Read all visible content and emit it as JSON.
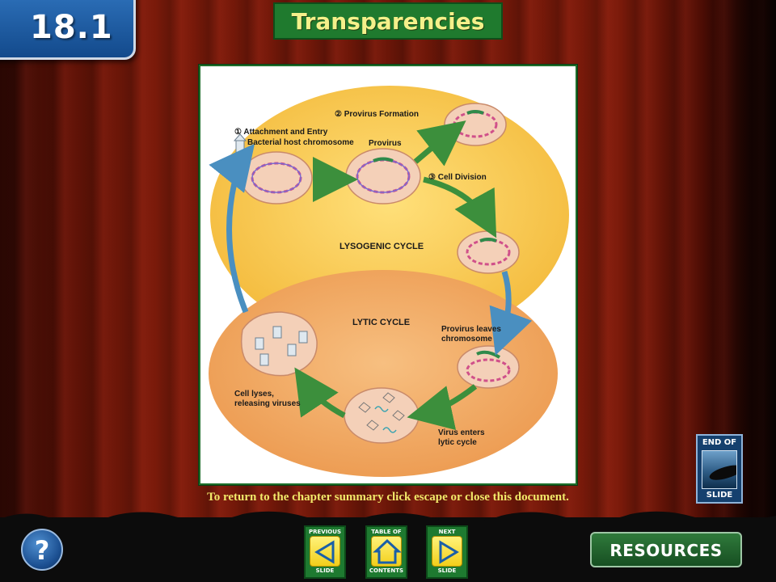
{
  "header": {
    "section_number": "18.1",
    "title": "Transparencies"
  },
  "figure": {
    "cycle_labels": {
      "lysogenic": "LYSOGENIC CYCLE",
      "lytic": "LYTIC CYCLE"
    },
    "step_labels": {
      "attachment": "① Attachment and Entry",
      "host_chromosome": "Bacterial host chromosome",
      "provirus_formation": "② Provirus Formation",
      "provirus": "Provirus",
      "cell_division": "③ Cell Division",
      "provirus_leaves_1": "Provirus leaves",
      "provirus_leaves_2": "chromosome",
      "virus_enters_1": "Virus enters",
      "virus_enters_2": "lytic cycle",
      "cell_lyses_1": "Cell lyses,",
      "cell_lyses_2": "releasing viruses"
    },
    "colors": {
      "lysogenic_bg": "#f5c542",
      "lytic_bg": "#f0a060",
      "cell_fill": "#f4d0b8",
      "chromosome": "#d0508a",
      "provirus": "#2f8a4a",
      "arrow_green": "#3c8f3c",
      "arrow_blue": "#5aa0d0"
    }
  },
  "caption": "To return to the chapter summary click escape or close this document.",
  "end_of_slide": {
    "top": "END OF",
    "bottom": "SLIDE"
  },
  "nav": {
    "help_label": "?",
    "previous": {
      "top": "PREVIOUS",
      "bottom": "SLIDE"
    },
    "contents": {
      "top": "TABLE OF",
      "bottom": "CONTENTS"
    },
    "next": {
      "top": "NEXT",
      "bottom": "SLIDE"
    },
    "resources": "RESOURCES"
  }
}
